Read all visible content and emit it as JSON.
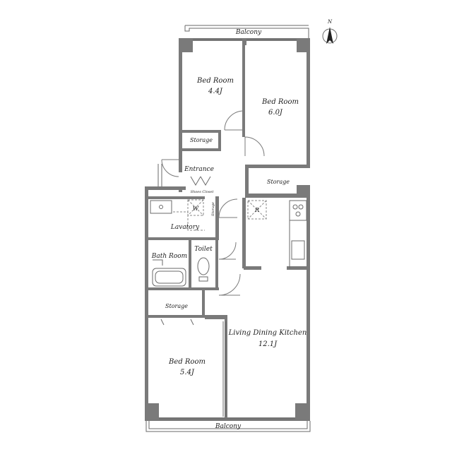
{
  "balconies": {
    "top": "Balcony",
    "bottom": "Balcony"
  },
  "compass": {
    "label": "N"
  },
  "rooms": {
    "bedroom_top_left": {
      "name": "Bed Room",
      "size": "4.4J"
    },
    "bedroom_top_right": {
      "name": "Bed Room",
      "size": "6.0J"
    },
    "bedroom_bottom": {
      "name": "Bed Room",
      "size": "5.4J"
    },
    "ldk": {
      "name": "Living Dining Kitchen",
      "size": "12.1J"
    },
    "entrance": "Entrance",
    "shoes_closet": "Shoes Closet",
    "lavatory": "Lavatory",
    "bath_room": "Bath Room",
    "toilet": "Toilet"
  },
  "storages": {
    "top_left": "Storage",
    "top_right": "Storage",
    "lavatory_side": "Storage",
    "bottom_left": "Storage"
  },
  "appliance_marks": {
    "washer": "W",
    "fridge": "R"
  },
  "colors": {
    "wall": "#7a7a7a",
    "line": "#6a6a6a",
    "text": "#222222"
  }
}
